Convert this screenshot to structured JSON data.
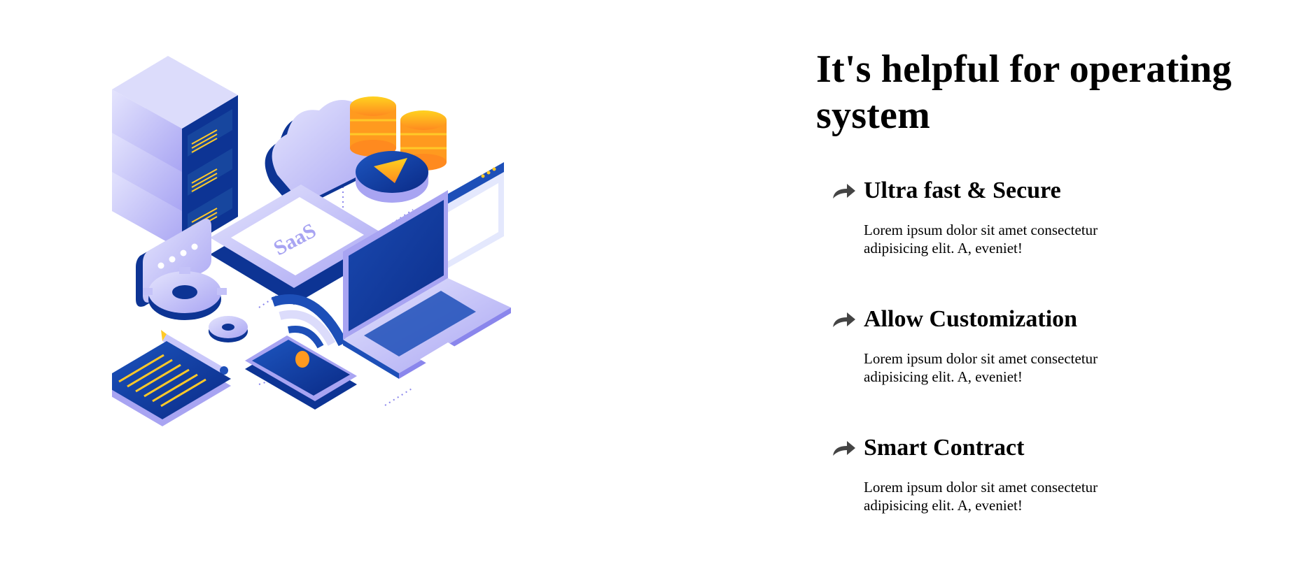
{
  "illustration": {
    "chip_label": "SaaS",
    "colors": {
      "navy": "#0b2f8f",
      "blue": "#1d4fb8",
      "lavender": "#a8a4f2",
      "pale": "#dcdcfb",
      "orange": "#ff9a1f",
      "yellow": "#ffc928"
    }
  },
  "section": {
    "heading": "It's helpful for operating system",
    "features": [
      {
        "icon": "share-arrow-icon",
        "title": "Ultra fast & Secure",
        "text": "Lorem ipsum dolor sit amet consectetur adipisicing elit. A, eveniet!"
      },
      {
        "icon": "share-arrow-icon",
        "title": "Allow Customization",
        "text": "Lorem ipsum dolor sit amet consectetur adipisicing elit. A, eveniet!"
      },
      {
        "icon": "share-arrow-icon",
        "title": "Smart Contract",
        "text": "Lorem ipsum dolor sit amet consectetur adipisicing elit. A, eveniet!"
      }
    ]
  }
}
